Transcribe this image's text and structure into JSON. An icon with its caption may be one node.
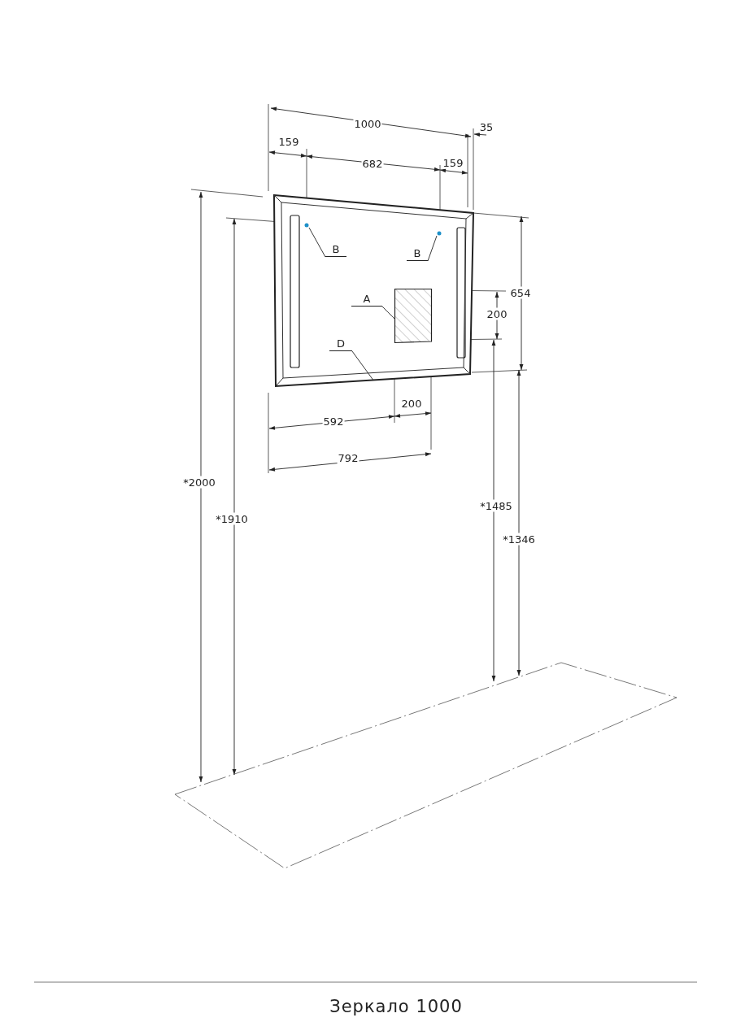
{
  "diagram": {
    "nodes": [
      {
        "text": [],
        "shape": "box"
      },
      {
        "text": [
          "B"
        ],
        "in": 0
      },
      {
        "text": [],
        "shape": "circle",
        "in": 0
      },
      {
        "text": [
          "B"
        ],
        "in": 0
      },
      {
        "text": [],
        "shape": "circle",
        "in": 0
      },
      {
        "text": [
          "A"
        ],
        "in": 0
      },
      {
        "text": [],
        "shape": "box",
        "in": 0
      },
      {
        "text": [
          "D"
        ],
        "in": 0
      },
      {
        "text": [],
        "shape": "box"
      }
    ],
    "edges": [
      {
        "from": 1,
        "to": 2,
        "arrow": "none"
      },
      {
        "from": 3,
        "to": 4,
        "arrow": "none"
      },
      {
        "from": 5,
        "to": 6,
        "arrow": "none"
      },
      {
        "from": 7,
        "to": 0,
        "arrow": "none"
      }
    ],
    "labels": [
      "1000",
      "35",
      "159",
      "682",
      "159",
      "654",
      "200",
      "200",
      "592",
      "792",
      "*2000",
      "*1910",
      "*1485",
      "*1346",
      "Зеркало 1000"
    ]
  }
}
